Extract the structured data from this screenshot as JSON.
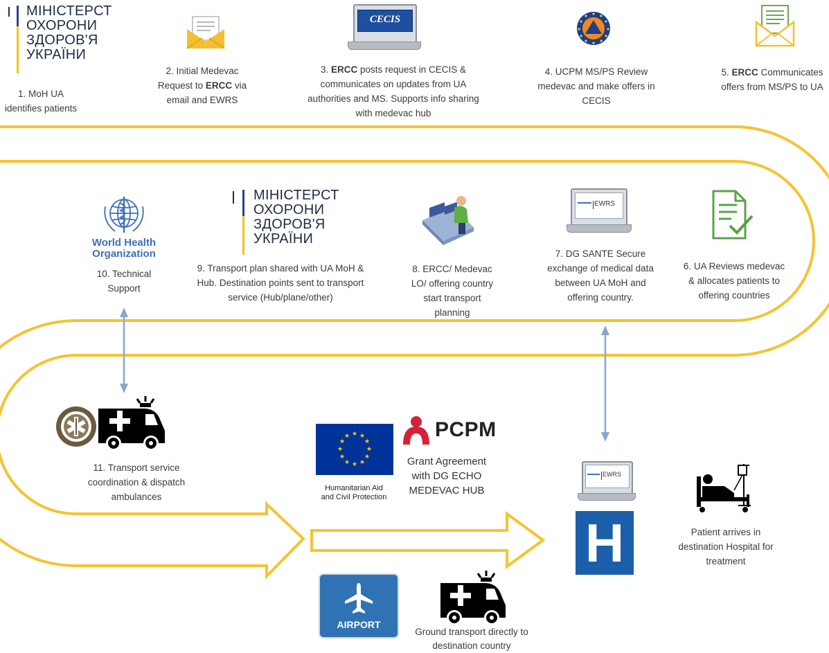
{
  "ministry_logo": {
    "lines": [
      "МІНІСТЕРСТ",
      "ОХОРОНИ",
      "ЗДОРОВ'Я",
      "УКРАЇНИ"
    ]
  },
  "steps": {
    "s1": "1. MoH UA identifies patients",
    "s2_a": "2. Initial Medevac Request to ",
    "s2_b": "ERCC",
    "s2_c": " via email and EWRS",
    "s3_a": "3. ",
    "s3_b": "ERCC",
    "s3_c": " posts request in CECIS & communicates on updates from UA authorities and MS. Supports info sharing with medevac hub",
    "s4": "4. UCPM MS/PS Review medevac and make offers in CECIS",
    "s5_a": "5. ",
    "s5_b": "ERCC",
    "s5_c": " Communicates offers from MS/PS to UA",
    "s6": "6. UA Reviews medevac & allocates patients to offering countries",
    "s7": "7. DG SANTE Secure exchange of medical data between UA MoH and offering country.",
    "s8": "8. ERCC/ Medevac LO/ offering country start transport planning",
    "s9": "9. Transport plan shared with UA MoH & Hub. Destination points sent to transport service (Hub/plane/other)",
    "s10": "10. Technical Support",
    "s11": "11. Transport service coordination & dispatch ambulances",
    "grant": "Grant Agreement with DG ECHO MEDEVAC HUB",
    "patient": "Patient arrives in destination Hospital for treatment",
    "ground": "Ground transport directly to destination country"
  },
  "logos": {
    "cecis": "CECIS",
    "ewrs": "EWRS",
    "who_line1": "World Health",
    "who_line2": "Organization",
    "pcpm": "PCPM",
    "eu_line1": "Humanitarian Aid",
    "eu_line2": "and Civil Protection",
    "airport": "AIRPORT",
    "hospital": "H"
  },
  "colors": {
    "path": "#f6c330",
    "ministry_blue": "#2e3d8f",
    "ministry_yellow": "#f2c418",
    "arrow_blue": "#8aa6d0",
    "eu_blue": "#003399",
    "pcpm_red": "#d5223a",
    "hospital_blue": "#1b5ea9",
    "airport_blue": "#2f73b5",
    "icon_green": "#6aa84f",
    "envelope_yellow": "#f3c12f"
  }
}
